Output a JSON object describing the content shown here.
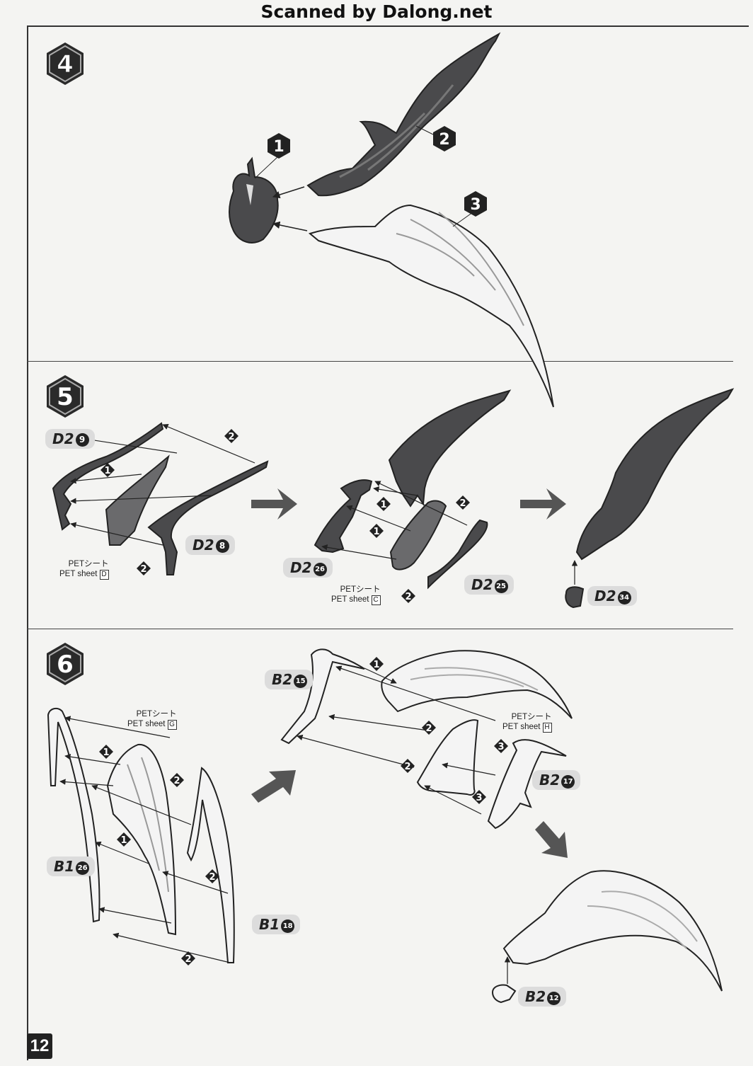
{
  "watermark": "Scanned by Dalong.net",
  "page_number": "12",
  "steps": [
    {
      "number": "4",
      "callouts": [
        "1",
        "2",
        "3"
      ]
    },
    {
      "number": "5",
      "labels": [
        {
          "part": "D2",
          "num": "9"
        },
        {
          "part": "D2",
          "num": "8"
        },
        {
          "part": "D2",
          "num": "26"
        },
        {
          "part": "D2",
          "num": "25"
        },
        {
          "part": "D2",
          "num": "34"
        }
      ],
      "pet_sheets": [
        {
          "jp": "PETシート",
          "en": "PET sheet",
          "letter": "D"
        },
        {
          "jp": "PETシート",
          "en": "PET sheet",
          "letter": "C"
        }
      ]
    },
    {
      "number": "6",
      "labels": [
        {
          "part": "B2",
          "num": "15"
        },
        {
          "part": "B2",
          "num": "17"
        },
        {
          "part": "B1",
          "num": "26"
        },
        {
          "part": "B1",
          "num": "18"
        },
        {
          "part": "B2",
          "num": "12"
        }
      ],
      "pet_sheets": [
        {
          "jp": "PETシート",
          "en": "PET sheet",
          "letter": "G"
        },
        {
          "jp": "PETシート",
          "en": "PET sheet",
          "letter": "H"
        }
      ]
    }
  ],
  "colors": {
    "dark_part": "#4a4a4c",
    "light_part": "#f4f4f4",
    "badge": "#2a2a2a"
  }
}
